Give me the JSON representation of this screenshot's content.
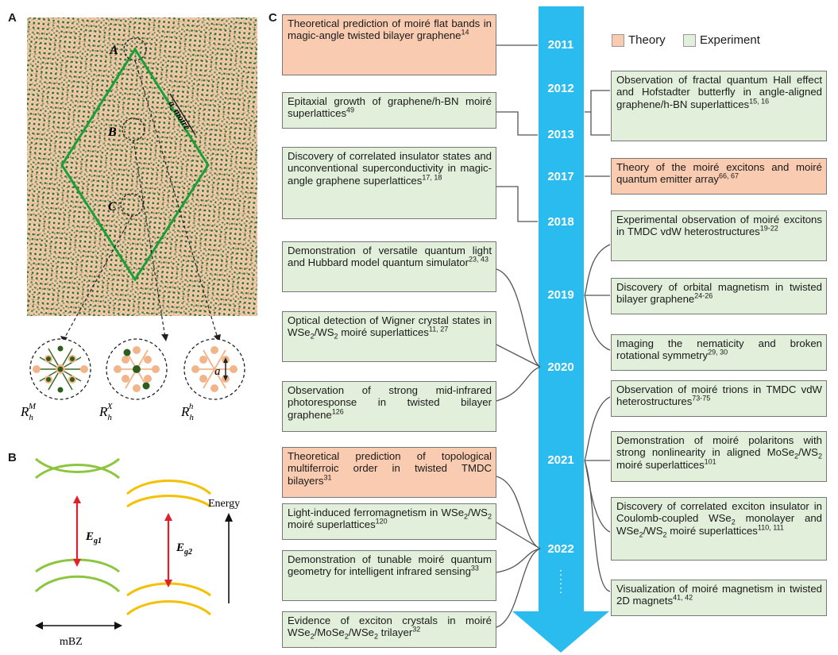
{
  "panels": {
    "a": "A",
    "b": "B",
    "c": "C"
  },
  "panel_a": {
    "point_labels": [
      "A",
      "B",
      "C"
    ],
    "lattice_label": "a",
    "moire_label": "a_moiré",
    "stackings": [
      {
        "base": "R",
        "sub": "h",
        "sup": "M"
      },
      {
        "base": "R",
        "sub": "h",
        "sup": "X"
      },
      {
        "base": "R",
        "sub": "h",
        "sup": "h"
      }
    ],
    "colors": {
      "moire_cell": "#1a9e3a",
      "atom_orange": "#f2b58a",
      "atom_green": "#2e5e1e"
    }
  },
  "panel_b": {
    "eg1": "E",
    "eg1_sub": "g1",
    "eg2": "E",
    "eg2_sub": "g2",
    "energy_label": "Energy",
    "mbz_label": "mBZ",
    "colors": {
      "band_green": "#8cc63f",
      "band_yellow": "#f5c000",
      "gap_arrow": "#e0202a"
    }
  },
  "legend": {
    "theory": "Theory",
    "experiment": "Experiment",
    "colors": {
      "theory": "#f9cbb0",
      "experiment": "#e2efda",
      "arrow": "#2bbcef"
    }
  },
  "years": [
    "2011",
    "2012",
    "2013",
    "2017",
    "2018",
    "2019",
    "2020",
    "2021",
    "2022"
  ],
  "left_events": [
    {
      "kind": "theory",
      "text": "Theoretical prediction of moiré flat bands in magic-angle twisted bilayer graphene",
      "refs": "14"
    },
    {
      "kind": "experiment",
      "text": "Epitaxial growth of graphene/h-BN moiré superlattices",
      "refs": "49"
    },
    {
      "kind": "experiment",
      "text": "Discovery of correlated insulator states and unconventional superconductivity in magic-angle graphene superlattices",
      "refs": "17, 18"
    },
    {
      "kind": "experiment",
      "text": "Demonstration of versatile quantum light and Hubbard model quantum simulator",
      "refs": "23, 43"
    },
    {
      "kind": "experiment",
      "text_parts": [
        "Optical detection of Wigner crystal states in WSe",
        "2",
        "/WS",
        "2",
        " moiré superlattices"
      ],
      "refs": "11, 27"
    },
    {
      "kind": "experiment",
      "text": "Observation of strong mid-infrared photoresponse in twisted bilayer graphene",
      "refs": "126"
    },
    {
      "kind": "theory",
      "text": "Theoretical prediction of topological multiferroic order in twisted TMDC bilayers",
      "refs": "31"
    },
    {
      "kind": "experiment",
      "text_parts": [
        "Light-induced ferromagnetism in WSe",
        "2",
        "/WS",
        "2",
        " moiré superlattices"
      ],
      "refs": "120"
    },
    {
      "kind": "experiment",
      "text": "Demonstration of tunable moiré quantum geometry for intelligent infrared sensing",
      "refs": "33"
    },
    {
      "kind": "experiment",
      "text_parts": [
        "Evidence of exciton crystals in moiré WSe",
        "2",
        "/MoSe",
        "2",
        "/WSe",
        "2",
        " trilayer"
      ],
      "refs": "32"
    }
  ],
  "right_events": [
    {
      "kind": "experiment",
      "text": "Observation of fractal quantum Hall effect and Hofstadter butterfly in angle-aligned graphene/h-BN superlattices",
      "refs": "15, 16"
    },
    {
      "kind": "theory",
      "text": "Theory of the moiré excitons and moiré quantum emitter array",
      "refs": "66, 67"
    },
    {
      "kind": "experiment",
      "text": "Experimental observation of moiré excitons in TMDC vdW heterostructures",
      "refs": "19-22"
    },
    {
      "kind": "experiment",
      "text": "Discovery of orbital magnetism in twisted bilayer graphene",
      "refs": "24-26"
    },
    {
      "kind": "experiment",
      "text": "Imaging the nematicity and broken rotational symmetry",
      "refs": "29, 30"
    },
    {
      "kind": "experiment",
      "text": "Observation of moiré trions in TMDC vdW heterostructures",
      "refs": "73-75"
    },
    {
      "kind": "experiment",
      "text_parts": [
        "Demonstration of moiré polaritons with strong nonlinearity in aligned MoSe",
        "2",
        "/WS",
        "2",
        " moiré superlattices"
      ],
      "refs": "101"
    },
    {
      "kind": "experiment",
      "text_parts": [
        "Discovery of correlated exciton insulator in Coulomb-coupled WSe",
        "2",
        " monolayer and WSe",
        "2",
        "/WS",
        "2",
        " moiré superlattices"
      ],
      "refs": "110, 111"
    },
    {
      "kind": "experiment",
      "text": "Visualization of moiré magnetism in twisted 2D magnets",
      "refs": "41, 42"
    }
  ]
}
